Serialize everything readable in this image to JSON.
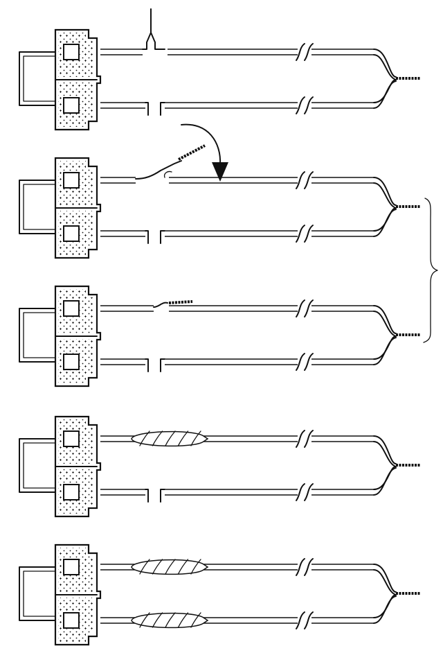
{
  "figure": {
    "steps": [
      {
        "id": 1,
        "state": "wire-cut-stripped-with-new-lead"
      },
      {
        "id": 2,
        "state": "lead-twisted-onto-wire"
      },
      {
        "id": 3,
        "state": "splice-soldered"
      },
      {
        "id": 4,
        "state": "first-splice-taped"
      },
      {
        "id": 5,
        "state": "both-splices-taped"
      }
    ],
    "icons": {
      "connector": "connector-housing-icon",
      "arrow": "curved-arrow-icon",
      "bracket": "curly-bracket-icon",
      "tape": "tape-wrap-icon",
      "break": "wire-break-icon"
    },
    "colors": {
      "ink": "#111111",
      "paper": "#ffffff"
    }
  }
}
